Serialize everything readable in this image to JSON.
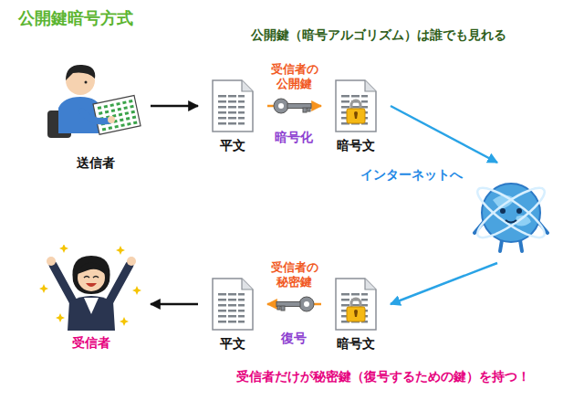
{
  "diagram": {
    "title": "公開鍵暗号方式",
    "nodes": [
      {
        "text": [
          "送信者"
        ]
      },
      {
        "text": [
          "平文"
        ]
      },
      {
        "text": [
          "暗号文"
        ]
      },
      {
        "text": [
          "インターネットへ"
        ]
      },
      {
        "text": [
          "暗号文"
        ]
      },
      {
        "text": [
          "平文"
        ]
      },
      {
        "text": [
          "受信者"
        ]
      }
    ],
    "edges": [
      {
        "from": 0,
        "to": 1,
        "arrow": "to"
      },
      {
        "from": 1,
        "to": 2,
        "label": "受信者の 公開鍵",
        "arrow": "to"
      },
      {
        "from": 2,
        "to": 3,
        "arrow": "to"
      },
      {
        "from": 3,
        "to": 4,
        "arrow": "to"
      },
      {
        "from": 4,
        "to": 5,
        "label": "受信者の 秘密鍵",
        "arrow": "to"
      },
      {
        "from": 5,
        "to": 6,
        "arrow": "to"
      }
    ],
    "labels": [
      "公開鍵（暗号アルゴリズム）は誰でも見れる",
      "暗号化",
      "復号",
      "受信者だけが秘密鍵（復号するための鍵）を持つ！"
    ]
  }
}
